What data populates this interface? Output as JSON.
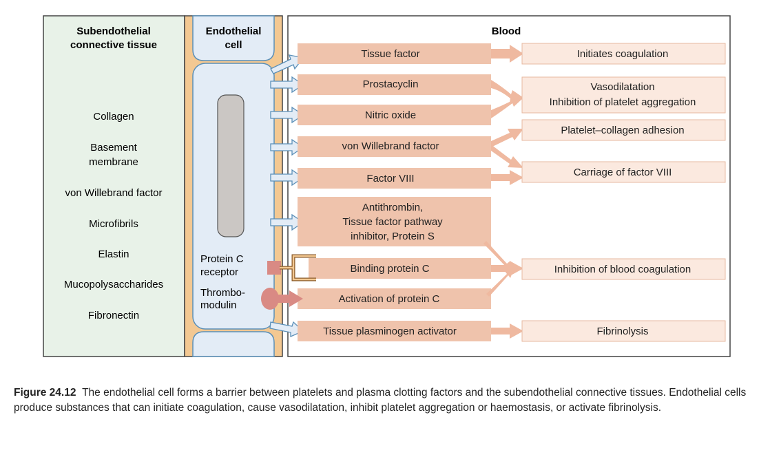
{
  "colors": {
    "connective_bg": "#e8f2e8",
    "membrane": "#f3c892",
    "cell_fill": "#e3ecf6",
    "cell_stroke": "#5a8fb8",
    "nucleus": "#cbc7c4",
    "factor_box": "#efc3ac",
    "outcome_box": "#fbe9df",
    "arrow": "#efb9a0",
    "receptor": "#d98a84",
    "outline": "#444444"
  },
  "connective": {
    "heading": [
      "Subendothelial",
      "connective tissue"
    ],
    "items": [
      "Collagen",
      "Basement",
      "membrane",
      "von Willebrand factor",
      "Microfibrils",
      "Elastin",
      "Mucopolysaccharides",
      "Fibronectin"
    ]
  },
  "endothelium": {
    "heading": [
      "Endothelial",
      "cell"
    ],
    "protein_c_receptor": [
      "Protein C",
      "receptor"
    ],
    "thrombomodulin": [
      "Thrombo-",
      "modulin"
    ]
  },
  "blood": {
    "heading": "Blood",
    "factors": [
      "Tissue factor",
      "Prostacyclin",
      "Nitric oxide",
      "von Willebrand factor",
      "Factor VIII",
      "Antithrombin,",
      "Tissue factor pathway",
      "inhibitor, Protein S",
      "Binding protein C",
      "Activation of protein C",
      "Tissue plasminogen activator"
    ],
    "outcomes": [
      "Initiates coagulation",
      "Vasodilatation",
      "Inhibition of platelet aggregation",
      "Platelet–collagen adhesion",
      "Carriage of factor VIII",
      "Inhibition of blood coagulation",
      "Fibrinolysis"
    ]
  },
  "caption": {
    "label": "Figure 24.12",
    "text": "The endothelial cell forms a barrier between platelets and plasma clotting factors and the subendothelial connective tissues. Endothelial cells produce substances that can initiate coagulation, cause vasodilatation, inhibit platelet aggregation or haemostasis, or activate fibrinolysis."
  }
}
